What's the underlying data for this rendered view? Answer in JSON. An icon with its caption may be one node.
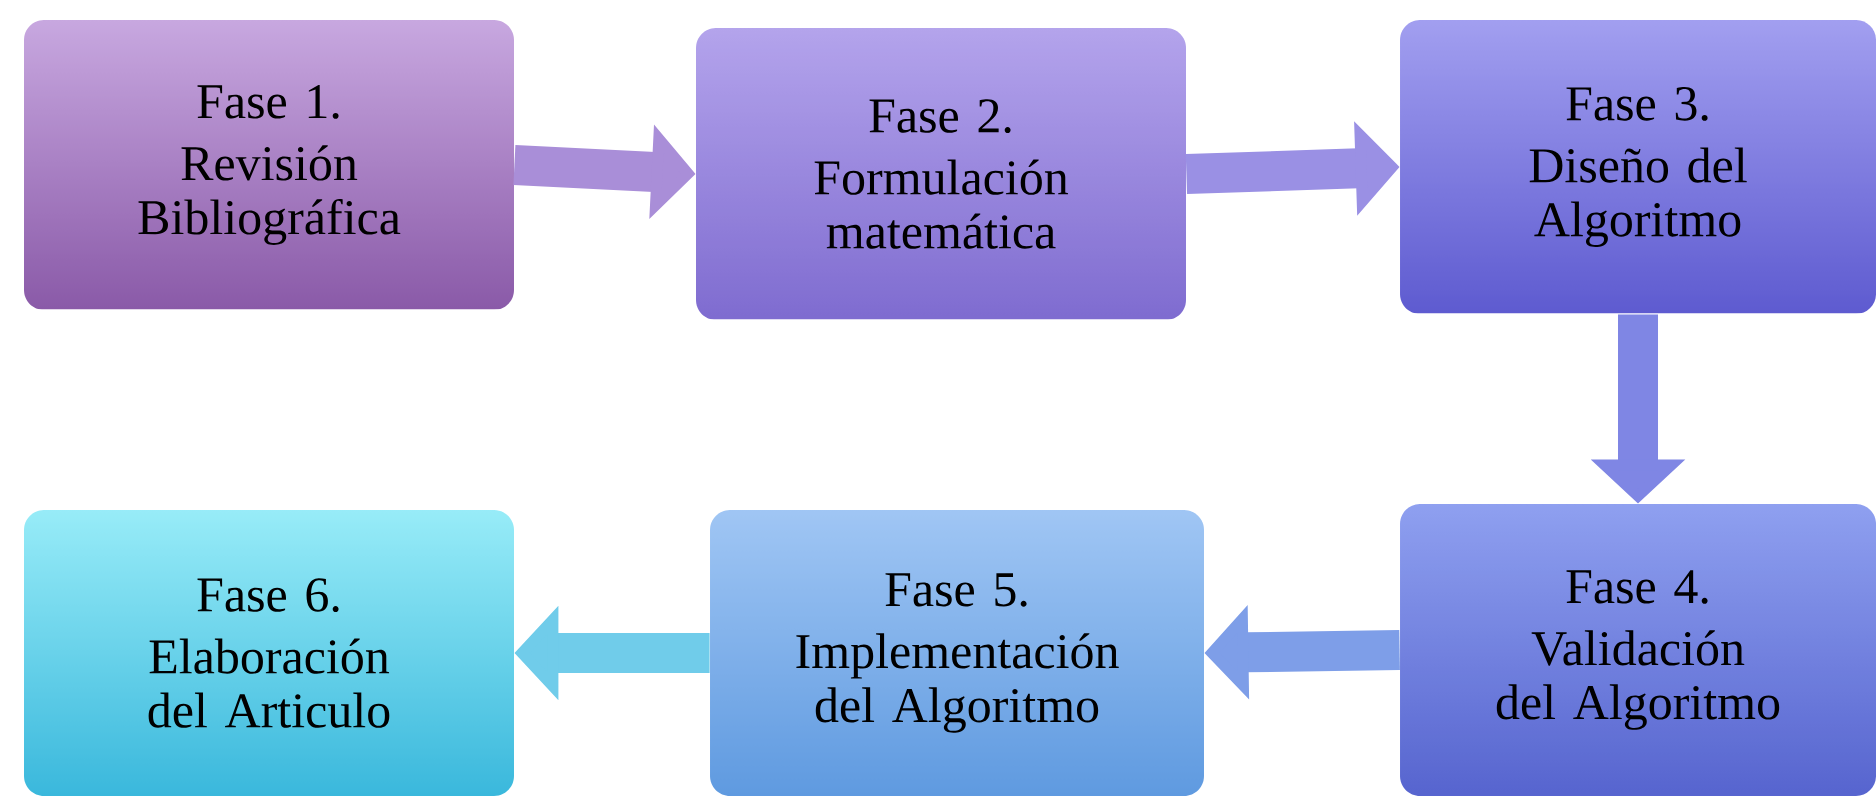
{
  "diagram": {
    "nodes": [
      {
        "text": [
          "Fase 1.",
          "Revisión Bibliográfica"
        ]
      },
      {
        "text": [
          "Fase 2.",
          "Formulación matemática"
        ]
      },
      {
        "text": [
          "Fase 3.",
          "Diseño del Algoritmo"
        ]
      },
      {
        "text": [
          "Fase 4.",
          "Validación del Algoritmo"
        ]
      },
      {
        "text": [
          "Fase 5.",
          "Implementación del Algoritmo"
        ]
      },
      {
        "text": [
          "Fase 6.",
          "Elaboración del Articulo"
        ]
      }
    ],
    "edges": [
      {
        "from": 0,
        "to": 1,
        "arrow": "to"
      },
      {
        "from": 1,
        "to": 2,
        "arrow": "to"
      },
      {
        "from": 2,
        "to": 3,
        "arrow": "to"
      },
      {
        "from": 3,
        "to": 4,
        "arrow": "to"
      },
      {
        "from": 4,
        "to": 5,
        "arrow": "to"
      }
    ]
  }
}
